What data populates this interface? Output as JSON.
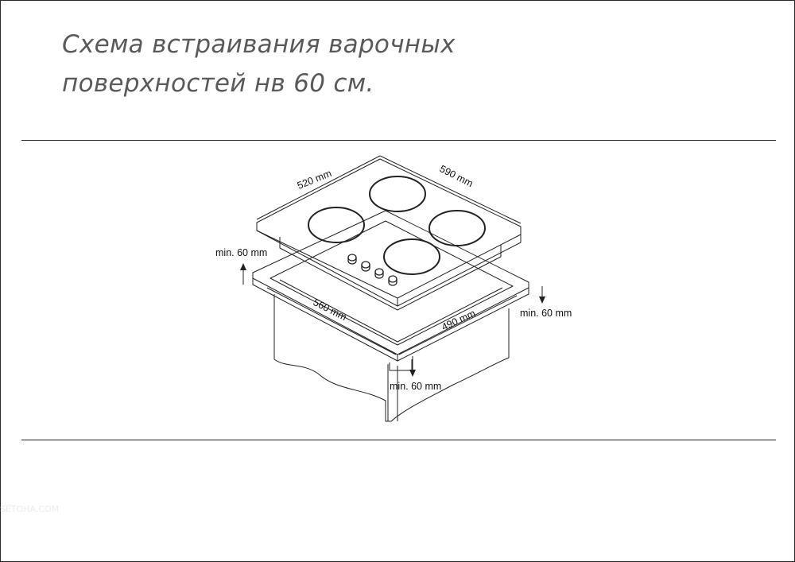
{
  "title": {
    "line1": "Схема встраивания варочных",
    "line2": "поверхностей нв 60 см."
  },
  "dimensions": {
    "hob_depth": "520 mm",
    "hob_width": "590 mm",
    "cutout_width": "560 mm",
    "cutout_depth": "490 mm",
    "clearance_back": "min. 60 mm",
    "clearance_side": "min. 60 mm",
    "clearance_front": "min. 60 mm"
  },
  "watermark": "SETOHA.COM",
  "colors": {
    "line": "#222222",
    "title": "#5a5a5a",
    "background": "#ffffff"
  }
}
